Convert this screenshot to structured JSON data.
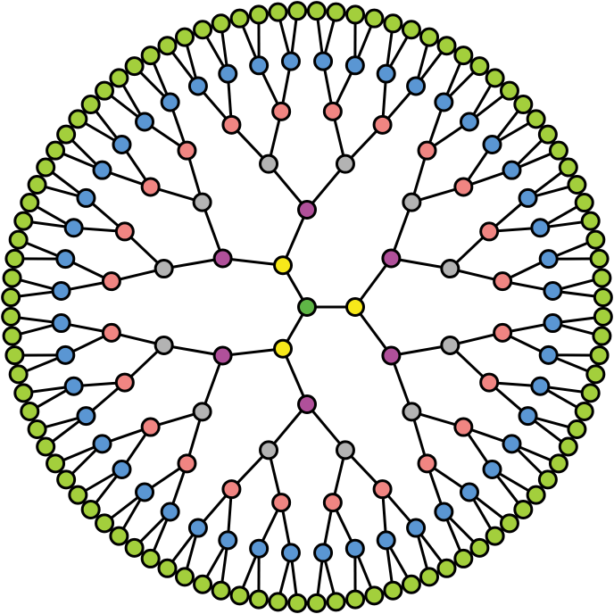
{
  "diagram": {
    "type": "radial-tree",
    "root_children": 3,
    "branching": 2,
    "levels": [
      {
        "name": "root",
        "color": "#5fb646"
      },
      {
        "name": "level-1",
        "color": "#f7e81a"
      },
      {
        "name": "level-2",
        "color": "#b0509a"
      },
      {
        "name": "level-3",
        "color": "#b3b3b3"
      },
      {
        "name": "level-4",
        "color": "#f08582"
      },
      {
        "name": "level-5",
        "color": "#5a96d3"
      },
      {
        "name": "level-6",
        "color": "#a3cf3c"
      }
    ],
    "edge_color": "#000000"
  }
}
